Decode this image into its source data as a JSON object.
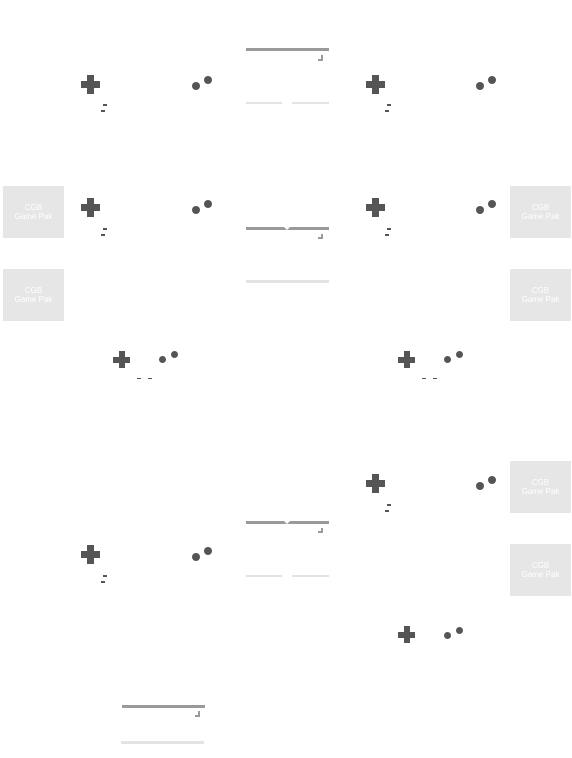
{
  "game_paks": [
    {
      "line1": "CGB",
      "line2": "Game Pak"
    },
    {
      "line1": "CGB",
      "line2": "Game Pak"
    },
    {
      "line1": "CGB",
      "line2": "Game Pak"
    },
    {
      "line1": "CGB",
      "line2": "Game Pak"
    },
    {
      "line1": "CGB",
      "line2": "Game Pak"
    },
    {
      "line1": "CGB",
      "line2": "Game Pak"
    }
  ],
  "colors": {
    "button": "#555555",
    "pak_fill": "#e6e6e6",
    "cable_dark": "#9a9a9a",
    "cable_light": "#e3e3e3"
  }
}
